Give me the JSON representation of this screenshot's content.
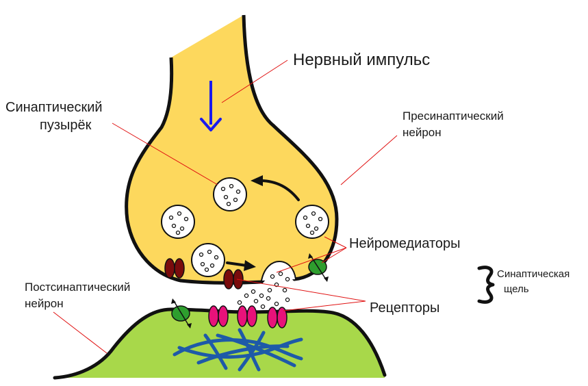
{
  "labels": {
    "nerve_impulse": "Нервный импульс",
    "synaptic_vesicle_line1": "Синаптический",
    "synaptic_vesicle_line2": "пузырёк",
    "presynaptic_line1": "Пресинаптический",
    "presynaptic_line2": "нейрон",
    "neurotransmitters": "Нейромедиаторы",
    "synaptic_cleft_line1": "Синаптическая",
    "synaptic_cleft_line2": "щель",
    "postsynaptic_line1": "Постсинаптический",
    "postsynaptic_line2": "нейрон",
    "receptors": "Рецепторы"
  },
  "colors": {
    "presynaptic_fill": "#fdd85d",
    "postsynaptic_fill": "#a8d84a",
    "outline": "#111111",
    "impulse_arrow": "#1a1aee",
    "pointer_line": "#e01010",
    "presynaptic_channel": "#7a0c0c",
    "receptor": "#e8127a",
    "transporter": "#2e9e2e",
    "cytoskeleton": "#1e5aa8"
  }
}
